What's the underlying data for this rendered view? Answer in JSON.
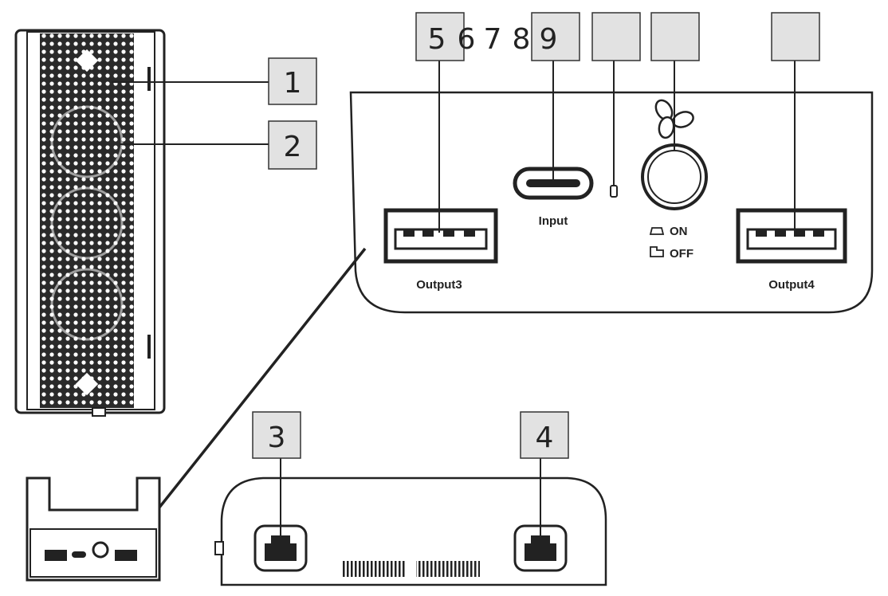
{
  "callouts": {
    "c1": "1",
    "c2": "2",
    "c3": "3",
    "c4": "4",
    "c5": "5",
    "c6": "6",
    "c7": "7",
    "c8": "8",
    "c9": "9"
  },
  "ports": {
    "output3": "Output3",
    "input": "Input",
    "output4": "Output4"
  },
  "switch": {
    "on": "ON",
    "off": "OFF"
  }
}
